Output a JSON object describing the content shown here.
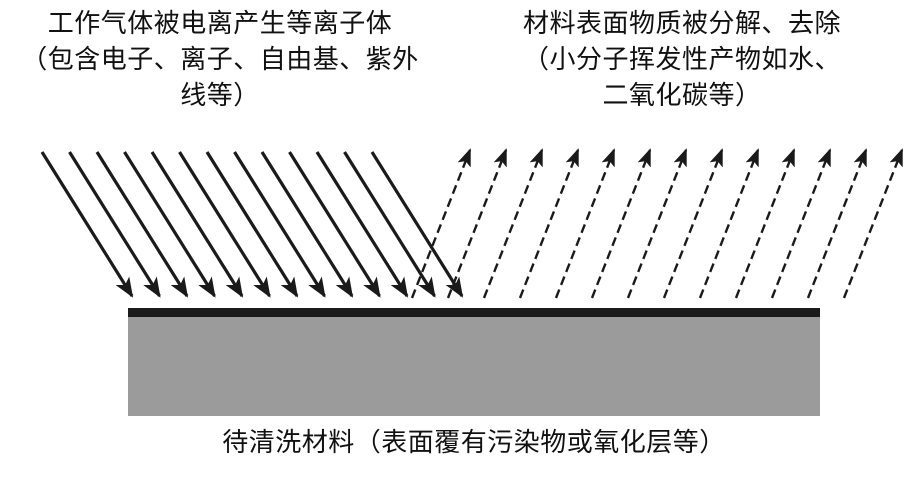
{
  "labels": {
    "incoming": [
      "工作气体被电离产生等离子体",
      "（包含电子、离子、自由基、紫外",
      "线等）"
    ],
    "outgoing": [
      "材料表面物质被分解、去除",
      "（小分子挥发性产物如水、",
      "二氧化碳等）"
    ],
    "material_caption": "待清洗材料（表面覆有污染物或氧化层等）"
  },
  "arrows": {
    "solid_count": 13,
    "dashed_count": 13
  },
  "colors": {
    "arrow": "#1a1a1a",
    "material_fill": "#9b9b9b",
    "surface_layer": "#1b1b1b",
    "background": "#ffffff"
  }
}
